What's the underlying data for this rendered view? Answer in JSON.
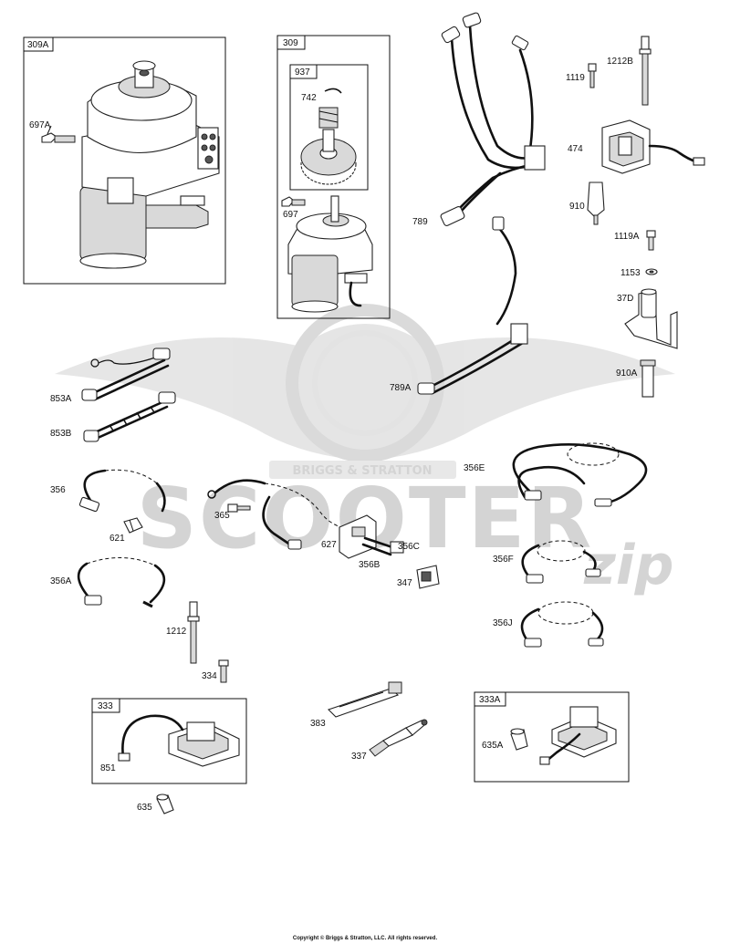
{
  "watermark": {
    "logo_text": "BRIGGS & STRATTON",
    "brand_text": "SCOOTER",
    "brand_suffix": "zip"
  },
  "boxes": {
    "box_309A": "309A",
    "box_309": "309",
    "box_937": "937",
    "box_333": "333",
    "box_333A": "333A"
  },
  "labels": {
    "l697A": "697A",
    "l742": "742",
    "l697": "697",
    "l789": "789",
    "l1119": "1119",
    "l1212B": "1212B",
    "l474": "474",
    "l910": "910",
    "l1119A": "1119A",
    "l1153": "1153",
    "l37D": "37D",
    "l910A": "910A",
    "l853A": "853A",
    "l853B": "853B",
    "l789A": "789A",
    "l356": "356",
    "l365": "365",
    "l356E": "356E",
    "l621": "621",
    "l627": "627",
    "l356C": "356C",
    "l356B": "356B",
    "l347": "347",
    "l356A": "356A",
    "l356F": "356F",
    "l356J": "356J",
    "l1212": "1212",
    "l334": "334",
    "l383": "383",
    "l337": "337",
    "l635A": "635A",
    "l851": "851",
    "l635": "635"
  },
  "footer": {
    "copyright": "Copyright © Briggs & Stratton, LLC. All rights reserved."
  }
}
